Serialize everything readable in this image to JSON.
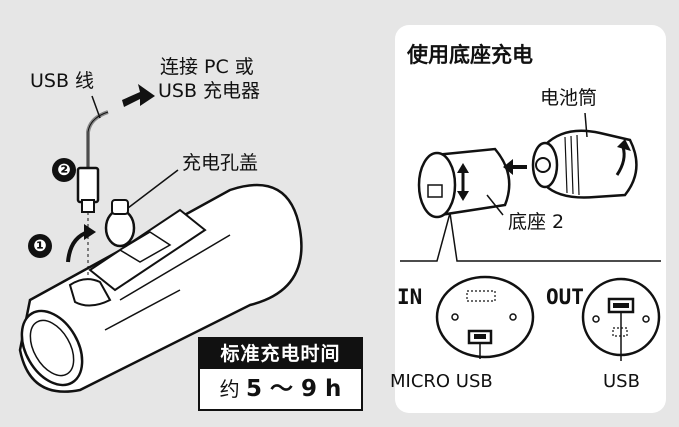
{
  "left": {
    "cable_label": "USB 线",
    "connect_line1": "连接 PC 或",
    "connect_line2": "USB 充电器",
    "cover_label": "充电孔盖",
    "step1": "❶",
    "step2": "❷"
  },
  "time": {
    "heading": "标准充电时间",
    "prefix": "约",
    "range": "5 ～ 9 h"
  },
  "right": {
    "title": "使用底座充电",
    "battery_label": "电池筒",
    "base_label": "底座 2",
    "in_label": "IN",
    "out_label": "OUT",
    "micro_usb_label": "MICRO USB",
    "usb_label": "USB"
  }
}
